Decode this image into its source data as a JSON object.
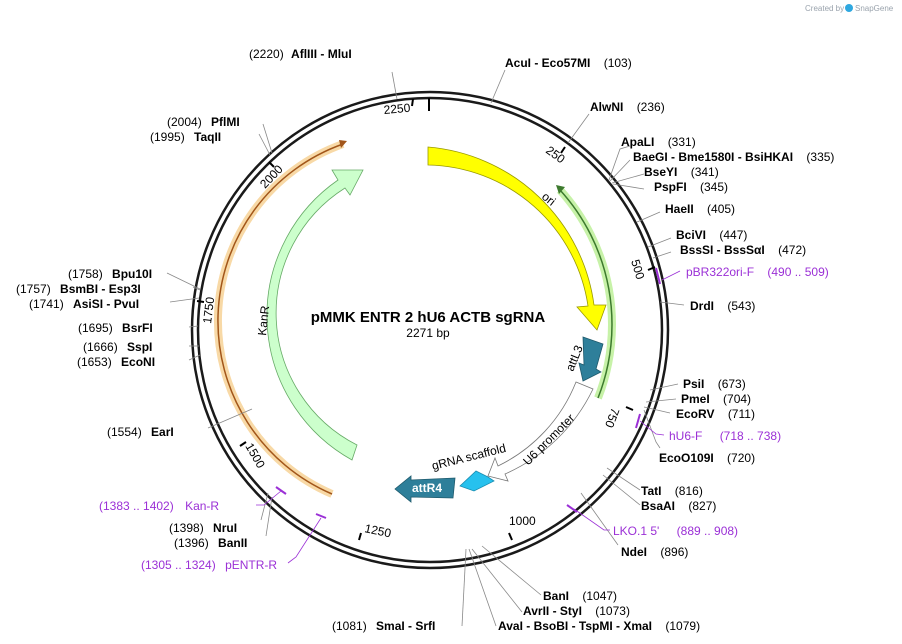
{
  "credit": {
    "prefix": "Created by",
    "brand": "SnapGene"
  },
  "plasmid": {
    "name": "pMMK ENTR 2 hU6 ACTB sgRNA",
    "length": "2271 bp"
  },
  "ticks": [
    "250",
    "500",
    "750",
    "1000",
    "1250",
    "1500",
    "1750",
    "2000",
    "2250"
  ],
  "features": {
    "ori": "ori",
    "kanr": "KanR",
    "attl3": "attL3",
    "u6": "U6 promoter",
    "grna": "gRNA scaffold",
    "attr4": "attR4"
  },
  "colors": {
    "ori": "#ffff00",
    "kanr": "#ccffcc",
    "attl3": "#2e7f9a",
    "u6": "#ffffff",
    "grna": "#27c1ee",
    "attr4": "#2e7f9a",
    "primer": "#9b30d6",
    "backbone": "#1a1a1a"
  },
  "labels": {
    "mlui": {
      "pos": "(2220)",
      "name": "AflIII - MluI"
    },
    "acui": {
      "name": "AcuI - Eco57MI",
      "pos": "(103)"
    },
    "alwni": {
      "name": "AlwNI",
      "pos": "(236)"
    },
    "apali": {
      "name": "ApaLI",
      "pos": "(331)"
    },
    "baegi": {
      "name": "BaeGI - Bme1580I - BsiHKAI",
      "pos": "(335)"
    },
    "bseyi": {
      "name": "BseYI",
      "pos": "(341)"
    },
    "pspfi": {
      "name": "PspFI",
      "pos": "(345)"
    },
    "haeii": {
      "name": "HaeII",
      "pos": "(405)"
    },
    "bcivi": {
      "name": "BciVI",
      "pos": "(447)"
    },
    "bsssi": {
      "name": "BssSI - BssSαI",
      "pos": "(472)"
    },
    "pbr": {
      "name": "pBR322ori-F",
      "pos": "(490 .. 509)"
    },
    "drdi": {
      "name": "DrdI",
      "pos": "(543)"
    },
    "psii": {
      "name": "PsiI",
      "pos": "(673)"
    },
    "pmei": {
      "name": "PmeI",
      "pos": "(704)"
    },
    "ecorv": {
      "name": "EcoRV",
      "pos": "(711)"
    },
    "hu6f": {
      "name": "hU6-F",
      "pos": "(718 .. 738)"
    },
    "eco109": {
      "name": "EcoO109I",
      "pos": "(720)"
    },
    "tati": {
      "name": "TatI",
      "pos": "(816)"
    },
    "bsaai": {
      "name": "BsaAI",
      "pos": "(827)"
    },
    "lko": {
      "name": "LKO.1 5'",
      "pos": "(889 .. 908)"
    },
    "ndei": {
      "name": "NdeI",
      "pos": "(896)"
    },
    "bani": {
      "name": "BanI",
      "pos": "(1047)"
    },
    "avrii": {
      "name": "AvrII - StyI",
      "pos": "(1073)"
    },
    "avai": {
      "name": "AvaI - BsoBI - TspMI - XmaI",
      "pos": "(1079)"
    },
    "smai": {
      "pos": "(1081)",
      "name": "SmaI - SrfI"
    },
    "pentr": {
      "pos": "(1305 .. 1324)",
      "name": "pENTR-R"
    },
    "banii": {
      "pos": "(1396)",
      "name": "BanII"
    },
    "nrui": {
      "pos": "(1398)",
      "name": "NruI"
    },
    "kanr_p": {
      "pos": "(1383 .. 1402)",
      "name": "Kan-R"
    },
    "eari": {
      "pos": "(1554)",
      "name": "EarI"
    },
    "econi": {
      "pos": "(1653)",
      "name": "EcoNI"
    },
    "sspi": {
      "pos": "(1666)",
      "name": "SspI"
    },
    "bsrfi": {
      "pos": "(1695)",
      "name": "BsrFI"
    },
    "asisi": {
      "pos": "(1741)",
      "name": "AsiSI - PvuI"
    },
    "bsmbi": {
      "pos": "(1757)",
      "name": "BsmBI - Esp3I"
    },
    "bpu10i": {
      "pos": "(1758)",
      "name": "Bpu10I"
    },
    "taqii": {
      "pos": "(1995)",
      "name": "TaqII"
    },
    "pflmi": {
      "pos": "(2004)",
      "name": "PflMI"
    }
  }
}
